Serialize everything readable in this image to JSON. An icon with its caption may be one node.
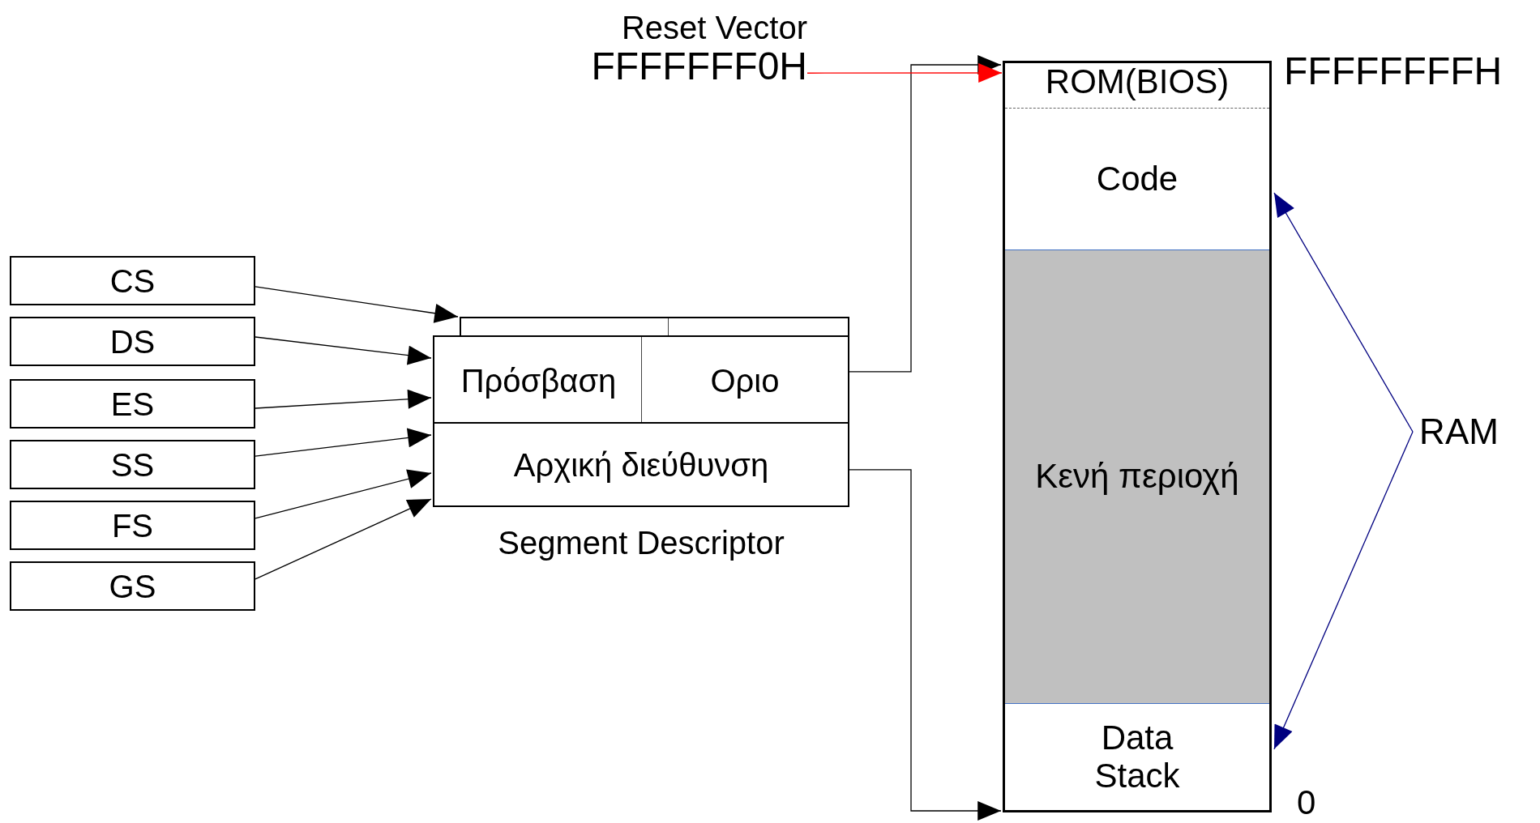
{
  "diagram": {
    "nodes": [
      {
        "text": [
          "CS"
        ]
      },
      {
        "text": [
          "DS"
        ]
      },
      {
        "text": [
          "ES"
        ]
      },
      {
        "text": [
          "SS"
        ]
      },
      {
        "text": [
          "FS"
        ]
      },
      {
        "text": [
          "GS"
        ]
      },
      {
        "text": [],
        "shape": "box"
      },
      {
        "text": [
          "Segment Descriptor"
        ]
      },
      {
        "text": [
          "Πρόσβαση"
        ],
        "in": 7
      },
      {
        "text": [
          "Οριο"
        ],
        "in": 7
      },
      {
        "text": [
          "Αρχική διεύθυνση"
        ],
        "in": 7
      },
      {
        "text": [],
        "shape": "box"
      },
      {
        "text": [
          "ROM(BIOS)"
        ],
        "in": 11
      },
      {
        "text": [
          "Code"
        ],
        "in": 11
      },
      {
        "text": [
          "Κενή περιοχή"
        ],
        "in": 11
      },
      {
        "text": [
          "Data Stack"
        ],
        "in": 11
      },
      {
        "text": [
          "Reset Vector",
          "FFFFFFF0H"
        ]
      },
      {
        "text": [
          "RAM"
        ]
      }
    ],
    "edges": [
      {
        "from": 0,
        "to": 6,
        "arrow": "to"
      },
      {
        "from": 1,
        "to": 7,
        "arrow": "to"
      },
      {
        "from": 2,
        "to": 7,
        "arrow": "to"
      },
      {
        "from": 3,
        "to": 7,
        "arrow": "to"
      },
      {
        "from": 4,
        "to": 7,
        "arrow": "to"
      },
      {
        "from": 5,
        "to": 7,
        "arrow": "to"
      },
      {
        "from": 9,
        "to": 11,
        "arrow": "to"
      },
      {
        "from": 10,
        "to": 11,
        "arrow": "to"
      },
      {
        "from": 16,
        "to": 12,
        "arrow": "to",
        "color": "#ff0000"
      },
      {
        "from": 17,
        "to": 13,
        "arrow": "to",
        "color": "#000080"
      },
      {
        "from": 17,
        "to": 15,
        "arrow": "to",
        "color": "#000080"
      }
    ],
    "labels": [
      "FFFFFFFFH",
      "0"
    ]
  }
}
